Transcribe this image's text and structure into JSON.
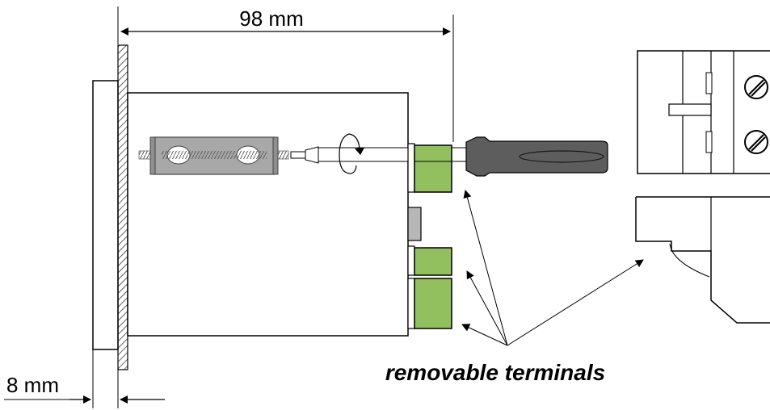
{
  "dimensions": {
    "depth_label": "98 mm",
    "panel_label": "8 mm"
  },
  "caption": "removable terminals",
  "colors": {
    "terminal_fill": "#92c05e",
    "connector_fill": "#b7b7b7",
    "screwdriver_handle": "#5d5d5d",
    "bracket_fill": "#a8a8a8",
    "panel_hatch": "#000000",
    "line": "#000000"
  },
  "icons": {
    "rotation": "rotation-arrow-icon",
    "screwdriver": "screwdriver-icon",
    "screw": "slotted-screw-icon"
  }
}
